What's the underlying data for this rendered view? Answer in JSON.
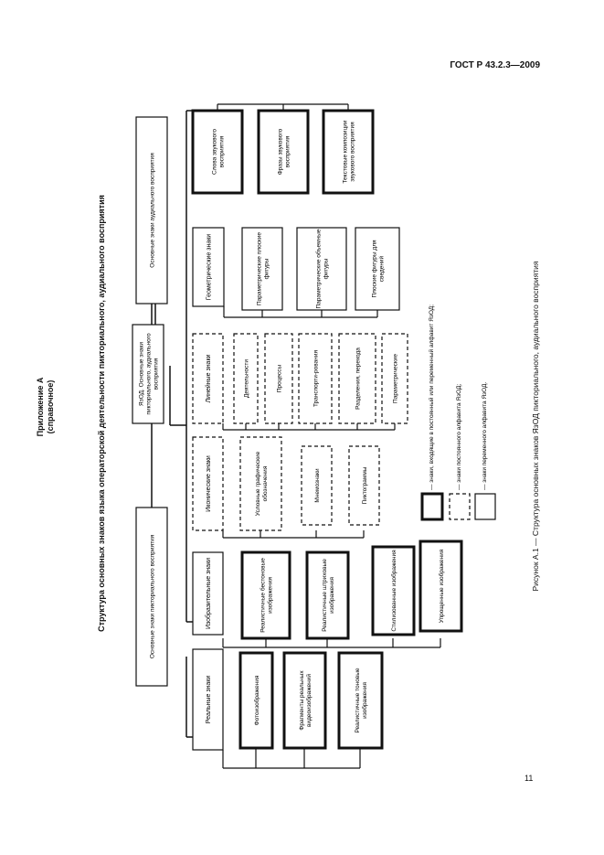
{
  "header": {
    "standard": "ГОСТ Р 43.2.3—2009"
  },
  "appendix": {
    "title": "Приложение А",
    "kind": "(справочное)"
  },
  "figure_title": "Структура основных знаков языка операторской деятельности пикториального, аудиального восприятия",
  "diagram": {
    "root": "ЯзОД. Основные знаки пикториального, аудиального восприятия",
    "pictorial": "Основные знаки пикториального восприятия",
    "audial": "Основные знаки аудиального восприятия",
    "real": "Реальные знаки",
    "real_items": [
      "Фотоизображения",
      "Фрагменты реальных видеоизображений",
      "Реалистичные тоновые изображения"
    ],
    "pictorial_signs": "Изобразительные знаки",
    "pictorial_items": [
      "Реалистичные бестоновые изображения",
      "Реалистичные штриховые изображения",
      "Стилизованные изображения",
      "Упрощенные изображения"
    ],
    "iconic": "Иконические знаки",
    "iconic_items": [
      "Условные графические обозначения",
      "Мнемознаки",
      "Пиктограммы"
    ],
    "linear": "Линейные знаки",
    "linear_items": [
      "Деятельности",
      "Процессы",
      "Транспорти-рования",
      "Разделения, перехода",
      "Параметрические"
    ],
    "geometric": "Геометрические знаки",
    "geometric_items": [
      "Параметрические плоские фигуры",
      "Параметрические объемные фигуры",
      "Плоские фигуры для сведений"
    ],
    "audial_items": [
      "Слова звукового восприятия",
      "Фразы звукового восприятия",
      "Текстовые композиции звукового восприятия"
    ]
  },
  "legend": [
    {
      "style": "bold",
      "text": "— знаки, входящие в постоянный или переменный алфавит ЯзОД;"
    },
    {
      "style": "dashed",
      "text": "— знаки постоянного алфавита ЯзОД;"
    },
    {
      "style": "thin",
      "text": "— знаки переменного алфавита ЯзОД."
    }
  ],
  "caption": "Рисунок А.1 — Структура основных знаков ЯзОД пикториального, аудиального восприятия",
  "page_number": "11"
}
